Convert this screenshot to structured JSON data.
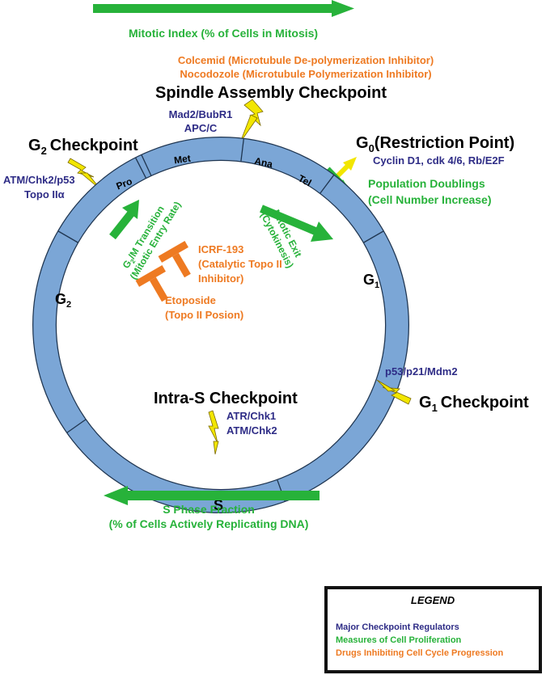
{
  "colors": {
    "ring": "#7ba6d6",
    "ring_stroke": "#1f3550",
    "regulator": "#2e2c86",
    "proliferation": "#27b23a",
    "drug": "#ee7a22",
    "lightning": "#f2e600",
    "lightning_stroke": "#7b6a00",
    "black": "#000000"
  },
  "top_arrow": {
    "label": "Mitotic Index (% of Cells in Mitosis)"
  },
  "drugs_top": {
    "line1": "Colcemid (Microtubule De-polymerization Inhibitor)",
    "line2": "Nocodozole (Microtubule Polymerization Inhibitor)"
  },
  "spindle": {
    "title": "Spindle Assembly Checkpoint",
    "reg1": "Mad2/BubR1",
    "reg2": "APC/C"
  },
  "g2_checkpoint": {
    "title_prefix": "G",
    "title_sub": "2",
    "title_suffix": "Checkpoint",
    "reg1": "ATM/Chk2/p53",
    "reg2": "Topo IIα"
  },
  "g0": {
    "title_prefix": "G",
    "title_sub": "0",
    "title_suffix": "(Restriction Point)",
    "reg": "Cyclin D1,  cdk 4/6,  Rb/E2F"
  },
  "population": {
    "line1": "Population Doublings",
    "line2": "(Cell Number Increase)"
  },
  "phases": {
    "pro": "Pro",
    "met": "Met",
    "ana": "Ana",
    "tel": "Tel",
    "g1_prefix": "G",
    "g1_sub": "1",
    "g2_prefix": "G",
    "g2_sub": "2",
    "s": "S"
  },
  "g2m_transition": {
    "line1_prefix": "G",
    "line1_sub": "2",
    "line1_suffix": "/M Transition",
    "line2": "(Mitotic Entry Rate)"
  },
  "mitotic_exit": {
    "line1": "Mitotic Exit",
    "line2": "(Cytokinesis)"
  },
  "icrf": {
    "line1": "ICRF-193",
    "line2": "(Catalytic Topo II",
    "line3": "Inhibitor)"
  },
  "etoposide": {
    "line1": "Etoposide",
    "line2": "(Topo II Posion)"
  },
  "g1_checkpoint": {
    "reg": "p53/p21/Mdm2",
    "title_prefix": "G",
    "title_sub": "1",
    "title_suffix": "Checkpoint"
  },
  "intra_s": {
    "title": "Intra-S Checkpoint",
    "reg1": "ATR/Chk1",
    "reg2": "ATM/Chk2"
  },
  "s_phase_arrow": {
    "line1": "S Phase Fraction",
    "line2": "(% of Cells Actively Replicating DNA)"
  },
  "legend": {
    "title": "LEGEND",
    "item1": "Major Checkpoint Regulators",
    "item2": "Measures of Cell Proliferation",
    "item3": "Drugs Inhibiting Cell Cycle Progression"
  }
}
